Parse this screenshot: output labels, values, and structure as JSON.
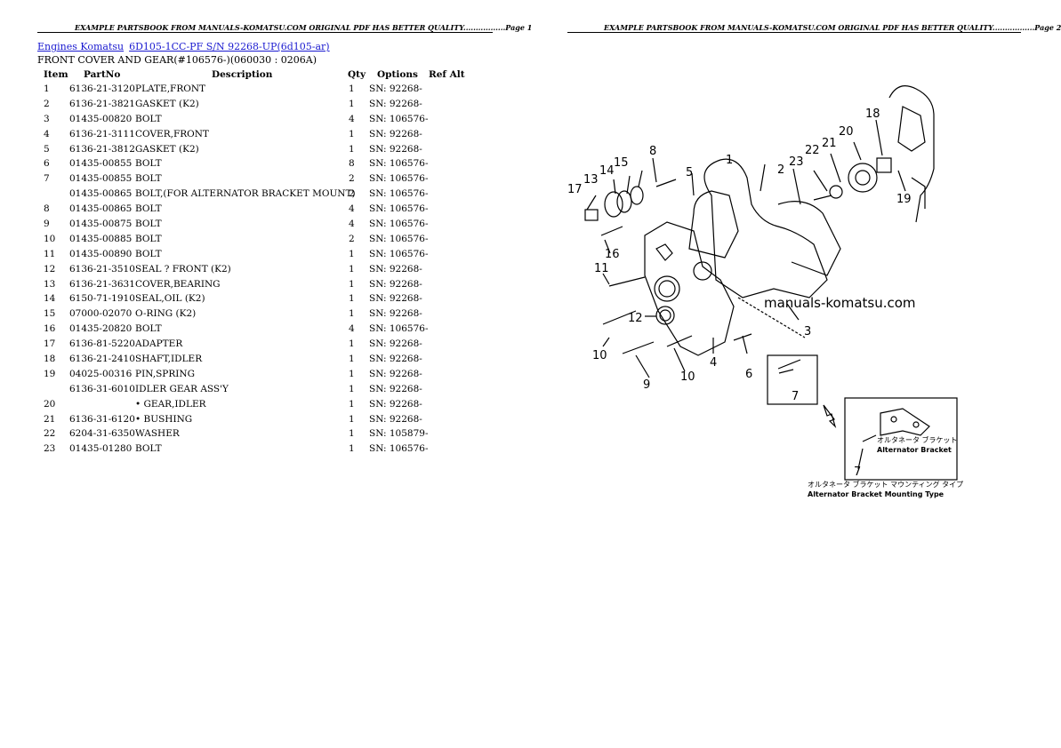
{
  "header": {
    "page1": "EXAMPLE PARTSBOOK FROM MANUALS-KOMATSU.COM ORIGINAL PDF HAS BETTER QUALITY.................Page 1",
    "page2": "EXAMPLE PARTSBOOK FROM MANUALS-KOMATSU.COM ORIGINAL PDF HAS BETTER QUALITY.................Page 2"
  },
  "breadcrumb": {
    "link1": "Engines Komatsu",
    "link2": "6D105-1CC-PF S/N 92268-UP(6d105-ar)"
  },
  "section_title": "FRONT COVER AND GEAR(#106576-)(060030 : 0206A)",
  "columns": {
    "item": "Item",
    "partno": "PartNo",
    "description": "Description",
    "qty": "Qty",
    "options": "Options",
    "refalt": "Ref Alt"
  },
  "rows": [
    {
      "item": "1",
      "part": "6136-21-3120",
      "desc": "PLATE,FRONT",
      "qty": "1",
      "opt": "SN: 92268-"
    },
    {
      "item": "2",
      "part": "6136-21-3821",
      "desc": "GASKET (K2)",
      "qty": "1",
      "opt": "SN: 92268-"
    },
    {
      "item": "3",
      "part": "01435-00820",
      "desc": "BOLT",
      "qty": "4",
      "opt": "SN: 106576-"
    },
    {
      "item": "4",
      "part": "6136-21-3111",
      "desc": "COVER,FRONT",
      "qty": "1",
      "opt": "SN: 92268-"
    },
    {
      "item": "5",
      "part": "6136-21-3812",
      "desc": "GASKET (K2)",
      "qty": "1",
      "opt": "SN: 92268-"
    },
    {
      "item": "6",
      "part": "01435-00855",
      "desc": "BOLT",
      "qty": "8",
      "opt": "SN: 106576-"
    },
    {
      "item": "7",
      "part": "01435-00855",
      "desc": "BOLT",
      "qty": "2",
      "opt": "SN: 106576-"
    },
    {
      "item": "",
      "part": "01435-00865",
      "desc": "BOLT,(FOR ALTERNATOR BRACKET MOUNT)",
      "qty": "2",
      "opt": "SN: 106576-"
    },
    {
      "item": "8",
      "part": "01435-00865",
      "desc": "BOLT",
      "qty": "4",
      "opt": "SN: 106576-"
    },
    {
      "item": "9",
      "part": "01435-00875",
      "desc": "BOLT",
      "qty": "4",
      "opt": "SN: 106576-"
    },
    {
      "item": "10",
      "part": "01435-00885",
      "desc": "BOLT",
      "qty": "2",
      "opt": "SN: 106576-"
    },
    {
      "item": "11",
      "part": "01435-00890",
      "desc": "BOLT",
      "qty": "1",
      "opt": "SN: 106576-"
    },
    {
      "item": "12",
      "part": "6136-21-3510",
      "desc": "SEAL ? FRONT (K2)",
      "qty": "1",
      "opt": "SN: 92268-"
    },
    {
      "item": "13",
      "part": "6136-21-3631",
      "desc": "COVER,BEARING",
      "qty": "1",
      "opt": "SN: 92268-"
    },
    {
      "item": "14",
      "part": "6150-71-1910",
      "desc": "SEAL,OIL (K2)",
      "qty": "1",
      "opt": "SN: 92268-"
    },
    {
      "item": "15",
      "part": "07000-02070",
      "desc": "O-RING (K2)",
      "qty": "1",
      "opt": "SN: 92268-"
    },
    {
      "item": "16",
      "part": "01435-20820",
      "desc": "BOLT",
      "qty": "4",
      "opt": "SN: 106576-"
    },
    {
      "item": "17",
      "part": "6136-81-5220",
      "desc": "ADAPTER",
      "qty": "1",
      "opt": "SN: 92268-"
    },
    {
      "item": "18",
      "part": "6136-21-2410",
      "desc": "SHAFT,IDLER",
      "qty": "1",
      "opt": "SN: 92268-"
    },
    {
      "item": "19",
      "part": "04025-00316",
      "desc": "PIN,SPRING",
      "qty": "1",
      "opt": "SN: 92268-"
    },
    {
      "item": "",
      "part": "6136-31-6010",
      "desc": "IDLER GEAR ASS'Y",
      "qty": "1",
      "opt": "SN: 92268-"
    },
    {
      "item": "20",
      "part": "",
      "desc": "• GEAR,IDLER",
      "qty": "1",
      "opt": "SN: 92268-"
    },
    {
      "item": "21",
      "part": "6136-31-6120",
      "desc": "• BUSHING",
      "qty": "1",
      "opt": "SN: 92268-"
    },
    {
      "item": "22",
      "part": "6204-31-6350",
      "desc": "WASHER",
      "qty": "1",
      "opt": "SN: 105879-"
    },
    {
      "item": "23",
      "part": "01435-01280",
      "desc": "BOLT",
      "qty": "1",
      "opt": "SN: 106576-"
    }
  ],
  "diagram": {
    "watermark": "manuals-komatsu.com",
    "inset_jp": "オルタネータ ブラケット",
    "inset_label": "Alternator Bracket",
    "caption_jp": "オルタネータ ブラケット マウンティング タイプ",
    "caption": "Alternator Bracket Mounting Type",
    "callouts": [
      "1",
      "2",
      "3",
      "4",
      "5",
      "6",
      "7",
      "8",
      "9",
      "10",
      "11",
      "12",
      "13",
      "14",
      "15",
      "16",
      "17",
      "18",
      "19",
      "20",
      "21",
      "22",
      "23",
      "7"
    ]
  }
}
